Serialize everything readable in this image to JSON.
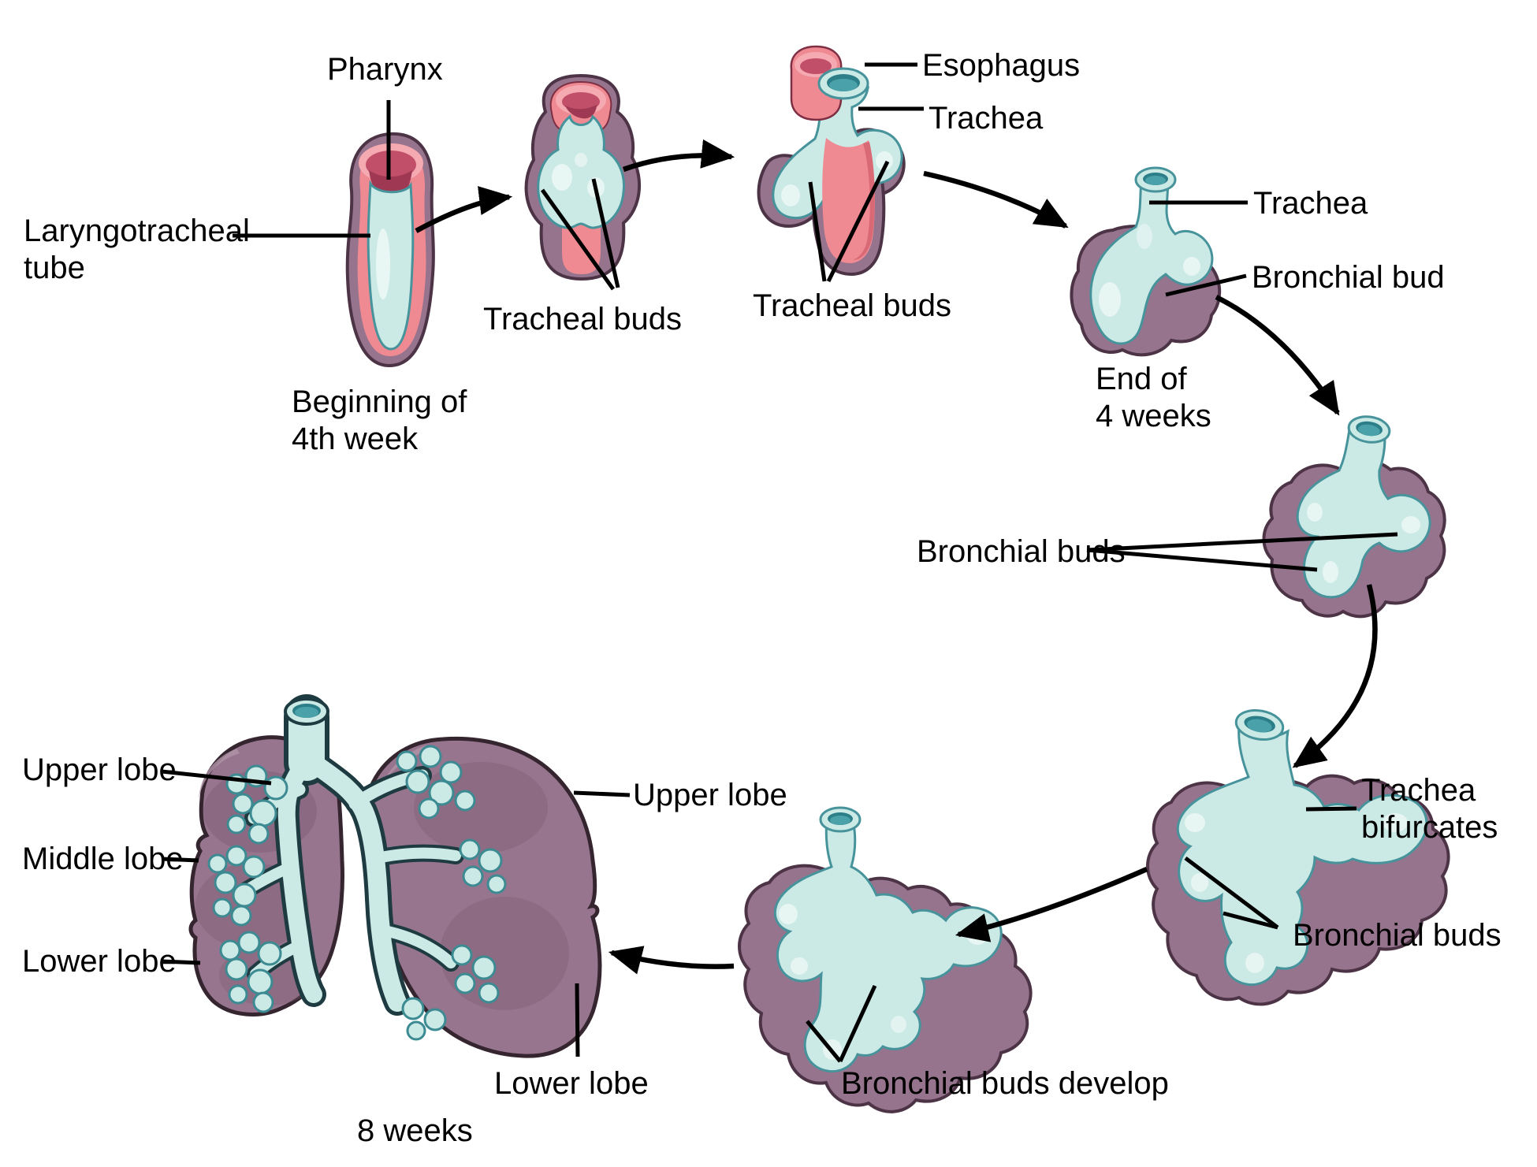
{
  "colors": {
    "background": "#ffffff",
    "text": "#000000",
    "line": "#000000",
    "pink": "#EF8A93",
    "pink_light": "#F5A9B1",
    "pink_shade": "#D96975",
    "rose": "#C14F69",
    "rose_dark": "#9E3853",
    "teal_fill": "#CBE9E5",
    "teal_highlight": "#ECF8F5",
    "teal_outline": "#47939B",
    "teal_opening": "#4AA1A9",
    "teal_opening_dark": "#2C7F88",
    "membrane": "#96748D",
    "membrane_light": "#BFA3B6",
    "membrane_outline": "#4C3346",
    "lung": "#97758E",
    "lung_shade": "#7C5C74",
    "lung_light": "#B295A9",
    "lung_outline": "#35252F"
  },
  "labels": {
    "pharynx": "Pharynx",
    "laryngotracheal_tube": "Laryngotracheal\ntube",
    "beginning_4th_week": "Beginning of\n4th week",
    "tracheal_buds_stage2": "Tracheal buds",
    "esophagus": "Esophagus",
    "trachea_stage3": "Trachea",
    "tracheal_buds_stage3": "Tracheal buds",
    "trachea_stage4": "Trachea",
    "bronchial_bud": "Bronchial bud",
    "end_of_4_weeks": "End of\n4 weeks",
    "bronchial_buds_stage5": "Bronchial buds",
    "trachea_bifurcates": "Trachea\nbifurcates",
    "bronchial_buds_stage6": "Bronchial buds",
    "bronchial_buds_develop": "Bronchial buds develop",
    "upper_lobe_left": "Upper lobe",
    "middle_lobe": "Middle lobe",
    "lower_lobe_left": "Lower lobe",
    "upper_lobe_right": "Upper lobe",
    "lower_lobe_right": "Lower lobe",
    "eight_weeks": "8 weeks"
  }
}
